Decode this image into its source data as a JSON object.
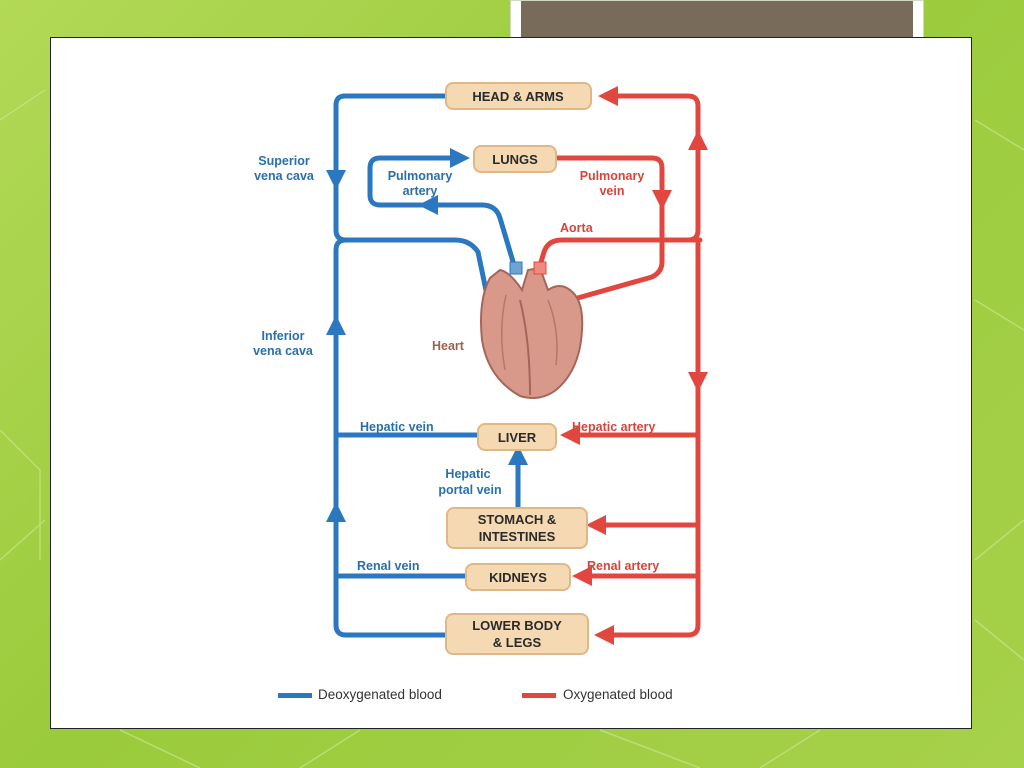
{
  "organs": {
    "head_arms": "HEAD & ARMS",
    "lungs": "LUNGS",
    "liver": "LIVER",
    "stomach_1": "STOMACH &",
    "stomach_2": "INTESTINES",
    "kidneys": "KIDNEYS",
    "lower_1": "LOWER BODY",
    "lower_2": "& LEGS"
  },
  "labels": {
    "superior_1": "Superior",
    "superior_2": "vena cava",
    "pulm_artery_1": "Pulmonary",
    "pulm_artery_2": "artery",
    "pulm_vein_1": "Pulmonary",
    "pulm_vein_2": "vein",
    "aorta": "Aorta",
    "heart": "Heart",
    "inferior_1": "Inferior",
    "inferior_2": "vena cava",
    "hepatic_vein": "Hepatic vein",
    "hepatic_artery": "Hepatic artery",
    "hepatic_portal_1": "Hepatic",
    "hepatic_portal_2": "portal vein",
    "renal_vein": "Renal vein",
    "renal_artery": "Renal artery"
  },
  "legend": {
    "deoxygenated": "Deoxygenated blood",
    "oxygenated": "Oxygenated blood"
  },
  "colors": {
    "deoxygenated": "#2b78c0",
    "oxygenated": "#e2473f",
    "slide_background": "#a6d14a",
    "title_bar": "#786b5a"
  }
}
